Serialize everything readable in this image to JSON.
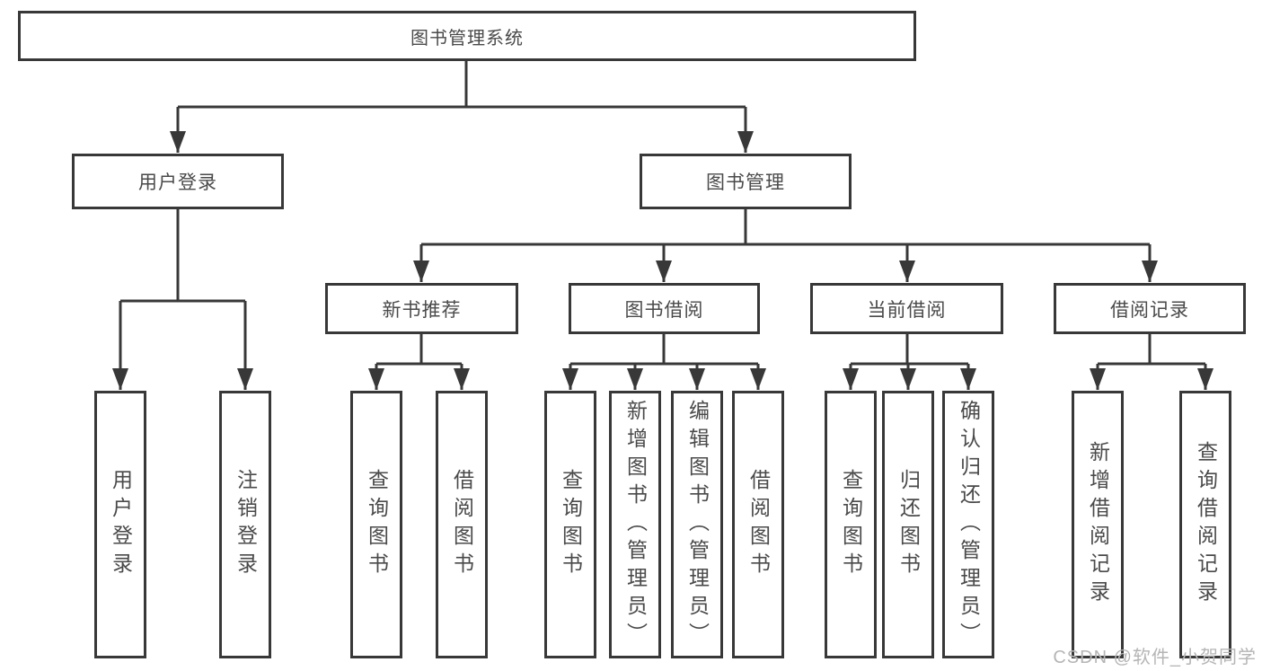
{
  "nodes": {
    "root": {
      "label": "图书管理系统"
    },
    "user_login": {
      "label": "用户登录"
    },
    "book_mgmt": {
      "label": "图书管理"
    },
    "new_book_rec": {
      "label": "新书推荐"
    },
    "book_borrow": {
      "label": "图书借阅"
    },
    "current_borrow": {
      "label": "当前借阅"
    },
    "borrow_records": {
      "label": "借阅记录"
    },
    "leaf_user_login": {
      "label": "用户登录"
    },
    "leaf_logout": {
      "label": "注销登录"
    },
    "leaf_query_books_1": {
      "label": "查询图书"
    },
    "leaf_borrow_books_1": {
      "label": "借阅图书"
    },
    "leaf_query_books_2": {
      "label": "查询图书"
    },
    "leaf_add_book_admin": {
      "label": "新增图书（管理员）"
    },
    "leaf_edit_book_admin": {
      "label": "编辑图书（管理员）"
    },
    "leaf_borrow_books_2": {
      "label": "借阅图书"
    },
    "leaf_query_books_3": {
      "label": "查询图书"
    },
    "leaf_return_book": {
      "label": "归还图书"
    },
    "leaf_confirm_return_admin": {
      "label": "确认归还（管理员）"
    },
    "leaf_add_borrow_record": {
      "label": "新增借阅记录"
    },
    "leaf_query_borrow_record": {
      "label": "查询借阅记录"
    }
  },
  "watermark": "CSDN @软件_小贺同学",
  "colors": {
    "border": "#383838",
    "text": "#4a4a4a",
    "line": "#383838",
    "watermark": "#b5b5b5",
    "background": "#ffffff"
  }
}
